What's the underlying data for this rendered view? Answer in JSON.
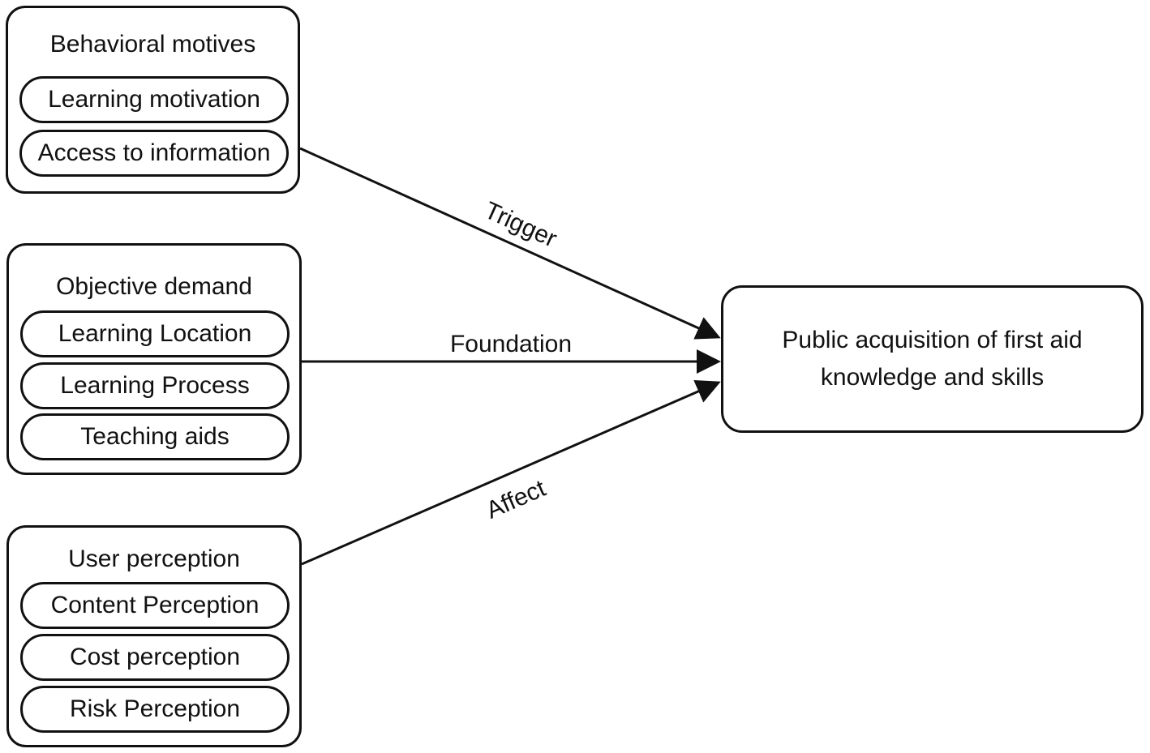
{
  "groups": [
    {
      "title": "Behavioral motives",
      "items": [
        "Learning motivation",
        "Access to information"
      ]
    },
    {
      "title": "Objective demand",
      "items": [
        "Learning Location",
        "Learning Process",
        "Teaching aids"
      ]
    },
    {
      "title": "User perception",
      "items": [
        "Content Perception",
        "Cost perception",
        "Risk Perception"
      ]
    }
  ],
  "target": {
    "line1": "Public acquisition of first aid",
    "line2": "knowledge and skills"
  },
  "edges": {
    "trigger": "Trigger",
    "foundation": "Foundation",
    "affect": "Affect"
  }
}
